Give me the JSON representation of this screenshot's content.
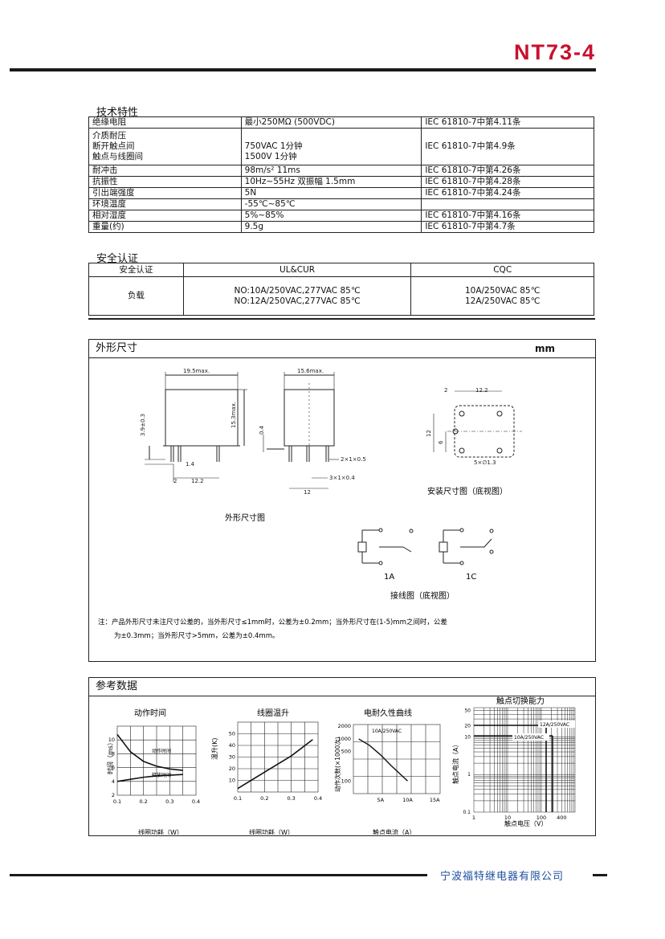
{
  "header": {
    "model": "NT73-4"
  },
  "tech": {
    "title": "技术特性",
    "rows": [
      {
        "name": "绝缘电阻",
        "value": "最小250MΩ (500VDC)",
        "std": "IEC 61810-7中第4.11条"
      },
      {
        "name": "介质耐压\n断开触点间\n触点与线圈间",
        "value": "\n750VAC  1分钟\n1500V  1分钟",
        "std": "IEC 61810-7中第4.9条"
      },
      {
        "name": "耐冲击",
        "value": "98m/s²  11ms",
        "std": "IEC 61810-7中第4.26条"
      },
      {
        "name": "抗振性",
        "value": "10Hz~55Hz   双振幅  1.5mm",
        "std": "IEC 61810-7中第4.28条"
      },
      {
        "name": "引出端强度",
        "value": "5N",
        "std": "IEC 61810-7中第4.24条"
      },
      {
        "name": "环境温度",
        "value": "-55℃~85℃",
        "std": ""
      },
      {
        "name": "相对湿度",
        "value": "5%~85%",
        "std": "IEC 61810-7中第4.16条"
      },
      {
        "name": "重量(约)",
        "value": "9.5g",
        "std": "IEC 61810-7中第4.7条"
      }
    ]
  },
  "safety": {
    "title": "安全认证",
    "col0": "安全认证",
    "col1": "UL&CUR",
    "col2": "CQC",
    "row_label": "负载",
    "ul_line1": "NO:10A/250VAC,277VAC   85℃",
    "ul_line2": "NO:12A/250VAC,277VAC   85℃",
    "cqc_line1": "10A/250VAC   85℃",
    "cqc_line2": "12A/250VAC   85℃"
  },
  "dims": {
    "title": "外形尺寸",
    "unit": "mm",
    "w1": "19.5max.",
    "w2": "15.6max.",
    "h1": "15.3max.",
    "h2": "3.9±0.3",
    "d04": "0.4",
    "d14": "1.4",
    "d2": "2",
    "d122": "12.2",
    "pin1": "2×1×0.5",
    "pin2": "3×1×0.4",
    "d12": "12",
    "m2": "2",
    "m122": "12.2",
    "m12": "12",
    "m6": "6",
    "mhole": "5×∅1.3",
    "mount_caption": "安装尺寸图（底视图）",
    "outline_caption": "外形尺寸图",
    "wiring_1a": "1A",
    "wiring_1c": "1C",
    "wiring_caption": "接线图（底视图）",
    "note1": "注：产品外形尺寸未注尺寸公差的，当外形尺寸≤1mm时，公差为±0.2mm；当外形尺寸在(1-5)mm之间时，公差",
    "note2": "为±0.3mm；当外形尺寸>5mm，公差为±0.4mm。"
  },
  "ref": {
    "title": "参考数据",
    "c1": {
      "title": "动作时间",
      "ylabel": "时间（ms）",
      "xlabel": "线圈功耗（W）",
      "yticks": [
        "10",
        "8",
        "6",
        "4",
        "2"
      ],
      "xticks": [
        "0.1",
        "0.2",
        "0.3",
        "0.4"
      ],
      "s1": "动作时间",
      "s2": "释放时间"
    },
    "c2": {
      "title": "线圈温升",
      "ylabel": "温升(K)",
      "xlabel": "线圈功耗（W）",
      "yticks": [
        "50",
        "40",
        "30",
        "20",
        "10"
      ],
      "xticks": [
        "0.1",
        "0.2",
        "0.3",
        "0.4"
      ]
    },
    "c3": {
      "title": "电耐久性曲线",
      "ylabel": "动作次数(×1000次)",
      "xlabel": "触点电流（A）",
      "yticks": [
        "2000",
        "1000",
        "500",
        "100"
      ],
      "xticks": [
        "5A",
        "10A",
        "15A"
      ],
      "s1": "10A/250VAC"
    },
    "c4": {
      "title": "触点切换能力",
      "ylabel": "触点电流（A）",
      "xlabel": "触点电压（V）",
      "yticks": [
        "50",
        "20",
        "10",
        "1",
        "0.1"
      ],
      "xticks": [
        "1",
        "10",
        "100",
        "400"
      ],
      "s1": "12A/250VAC",
      "s2": "10A/250VAC"
    }
  },
  "footer": {
    "company": "宁波福特继电器有限公司"
  },
  "chart_data": [
    {
      "type": "line",
      "title": "动作时间",
      "xlabel": "线圈功耗（W）",
      "ylabel": "时间（ms）",
      "xlim": [
        0.1,
        0.4
      ],
      "ylim": [
        2,
        12
      ],
      "series": [
        {
          "name": "动作时间",
          "x": [
            0.1,
            0.15,
            0.2,
            0.25,
            0.3,
            0.35
          ],
          "y": [
            10.8,
            8.3,
            6.9,
            6.2,
            5.8,
            5.6
          ]
        },
        {
          "name": "释放时间",
          "x": [
            0.1,
            0.15,
            0.2,
            0.25,
            0.3,
            0.35
          ],
          "y": [
            4.0,
            4.3,
            4.6,
            4.8,
            4.9,
            5.0
          ]
        }
      ]
    },
    {
      "type": "line",
      "title": "线圈温升",
      "xlabel": "线圈功耗（W）",
      "ylabel": "温升(K)",
      "xlim": [
        0.1,
        0.4
      ],
      "ylim": [
        0,
        60
      ],
      "series": [
        {
          "x": [
            0.1,
            0.2,
            0.3,
            0.38
          ],
          "y": [
            3,
            17,
            31,
            45
          ]
        }
      ]
    },
    {
      "type": "line",
      "title": "电耐久性曲线",
      "xlabel": "触点电流（A）",
      "ylabel": "动作次数(×1000次)",
      "series": [
        {
          "name": "10A/250VAC",
          "x": [
            1,
            3,
            5,
            7,
            10
          ],
          "y": [
            1000,
            700,
            420,
            230,
            100
          ]
        }
      ]
    }
  ]
}
